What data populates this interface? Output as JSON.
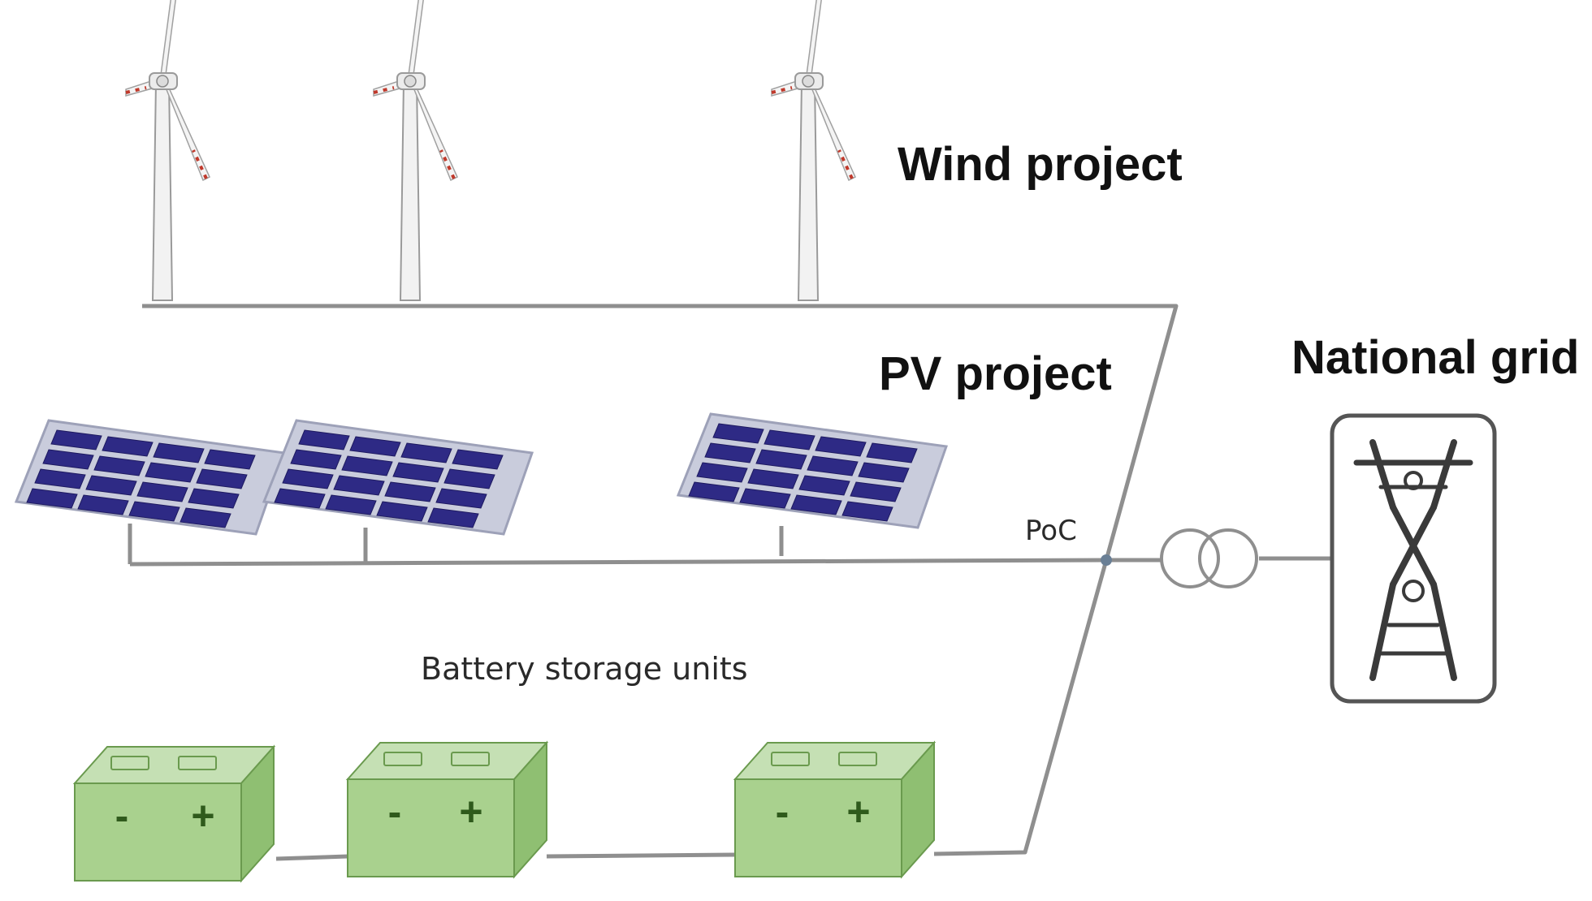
{
  "labels": {
    "wind_project": "Wind project",
    "pv_project": "PV project",
    "national_grid": "National grid",
    "battery_storage": "Battery storage units",
    "poc": "PoC"
  },
  "battery": {
    "minus": "-",
    "plus": "+"
  },
  "colors": {
    "line": "#8f8f8f",
    "panel_cell": "#2e2a85",
    "panel_frame": "#b8bcd0",
    "battery_front": "#a9d18e",
    "battery_top": "#c5e0b4",
    "battery_side": "#8fbf72",
    "battery_edge": "#6a9a4e"
  },
  "icons": {
    "wind_turbine": "wind-turbine-icon",
    "solar_panel": "solar-panel-icon",
    "battery": "battery-icon",
    "transformer": "transformer-icon",
    "pylon": "transmission-tower-icon"
  }
}
